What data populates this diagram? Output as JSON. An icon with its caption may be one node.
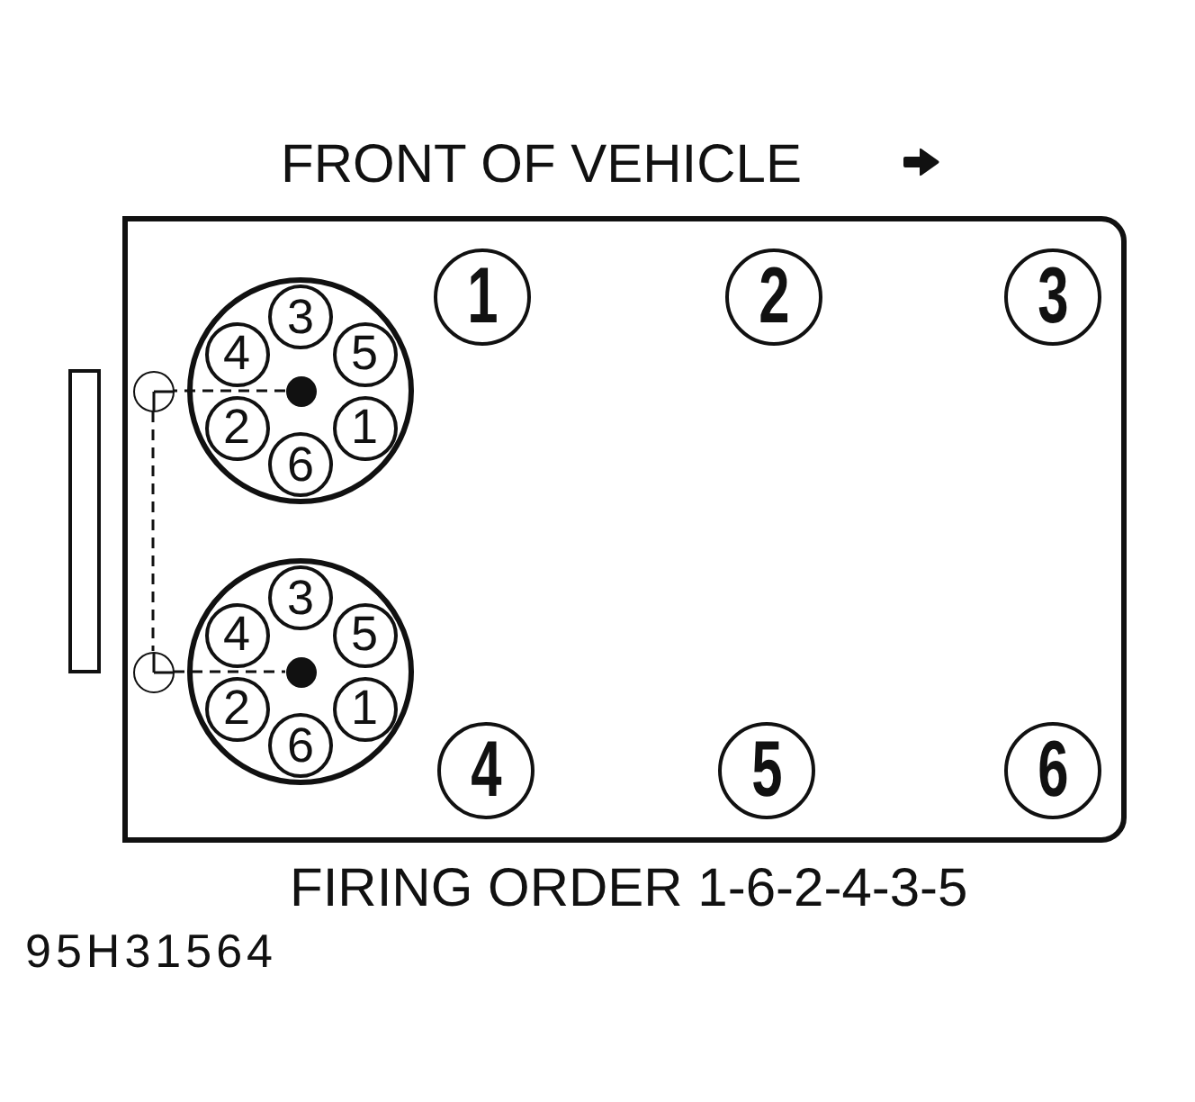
{
  "diagram": {
    "title": "FRONT OF VEHICLE",
    "caption": "FIRING ORDER 1-6-2-4-3-5",
    "nodes": [
      {
        "text": [],
        "shape": "box"
      },
      {
        "text": [],
        "shape": "circle",
        "in": 0
      },
      {
        "text": [
          "3"
        ],
        "in": 1
      },
      {
        "text": [
          "4"
        ],
        "in": 1
      },
      {
        "text": [
          "5"
        ],
        "in": 1
      },
      {
        "text": [
          "2"
        ],
        "in": 1
      },
      {
        "text": [
          "1"
        ],
        "in": 1
      },
      {
        "text": [
          "6"
        ],
        "in": 1
      },
      {
        "text": [],
        "shape": "dot",
        "in": 1
      },
      {
        "text": [],
        "shape": "circle",
        "in": 0
      },
      {
        "text": [
          "1"
        ],
        "in": 0
      },
      {
        "text": [
          "2"
        ],
        "in": 0
      },
      {
        "text": [
          "3"
        ],
        "in": 0
      },
      {
        "text": [],
        "shape": "bar"
      },
      {
        "text": [],
        "shape": "circle",
        "in": 0
      },
      {
        "text": [
          "3"
        ],
        "in": 14
      },
      {
        "text": [
          "4"
        ],
        "in": 14
      },
      {
        "text": [
          "5"
        ],
        "in": 14
      },
      {
        "text": [
          "2"
        ],
        "in": 14
      },
      {
        "text": [
          "1"
        ],
        "in": 14
      },
      {
        "text": [
          "6"
        ],
        "in": 14
      },
      {
        "text": [],
        "shape": "dot",
        "in": 14
      },
      {
        "text": [],
        "shape": "circle",
        "in": 0
      },
      {
        "text": [
          "4"
        ],
        "in": 0
      },
      {
        "text": [
          "5"
        ],
        "in": 0
      },
      {
        "text": [
          "6"
        ],
        "in": 0
      }
    ],
    "edges": [
      {
        "from": 8,
        "to": 9,
        "arrow": "none",
        "style": "dashed"
      },
      {
        "from": 9,
        "to": 22,
        "arrow": "none",
        "style": "dashed"
      },
      {
        "from": 22,
        "to": 21,
        "arrow": "none",
        "style": "dashed"
      }
    ],
    "labels": [
      "95H31564"
    ]
  }
}
